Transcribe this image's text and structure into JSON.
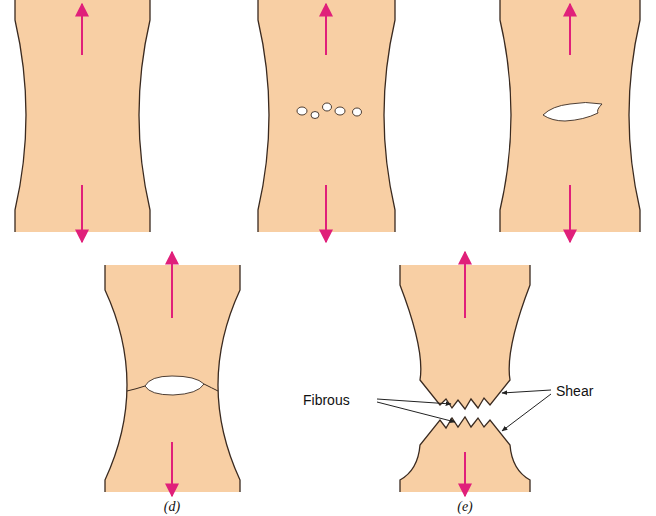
{
  "diagram": {
    "labels": [
      "Fibrous",
      "Shear",
      "(d)",
      "(e)"
    ]
  }
}
